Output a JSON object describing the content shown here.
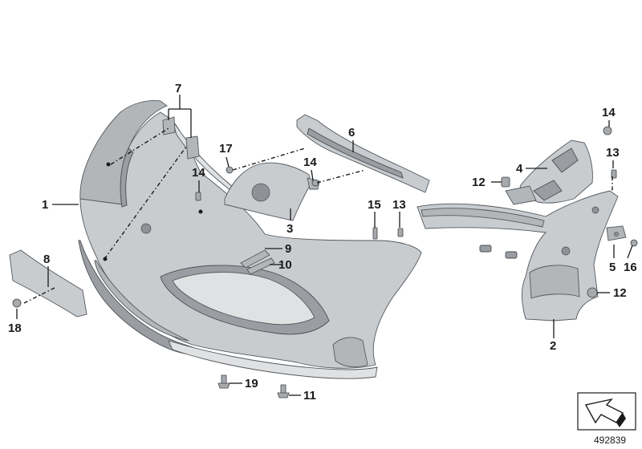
{
  "diagram": {
    "callouts": [
      {
        "id": "1",
        "text": "1"
      },
      {
        "id": "2",
        "text": "2"
      },
      {
        "id": "3",
        "text": "3"
      },
      {
        "id": "4",
        "text": "4"
      },
      {
        "id": "5",
        "text": "5"
      },
      {
        "id": "6",
        "text": "6"
      },
      {
        "id": "7",
        "text": "7"
      },
      {
        "id": "8",
        "text": "8"
      },
      {
        "id": "9",
        "text": "9"
      },
      {
        "id": "10",
        "text": "10"
      },
      {
        "id": "11",
        "text": "11"
      },
      {
        "id": "12a",
        "text": "12"
      },
      {
        "id": "12b",
        "text": "12"
      },
      {
        "id": "13a",
        "text": "13"
      },
      {
        "id": "13b",
        "text": "13"
      },
      {
        "id": "14a",
        "text": "14"
      },
      {
        "id": "14b",
        "text": "14"
      },
      {
        "id": "14c",
        "text": "14"
      },
      {
        "id": "15",
        "text": "15"
      },
      {
        "id": "16",
        "text": "16"
      },
      {
        "id": "17",
        "text": "17"
      },
      {
        "id": "18",
        "text": "18"
      },
      {
        "id": "19",
        "text": "19"
      }
    ],
    "diagram_number": "492839",
    "colors": {
      "part_fill": "#c9cccf",
      "part_outline": "#55595d",
      "ink": "#1a1a1a"
    }
  }
}
